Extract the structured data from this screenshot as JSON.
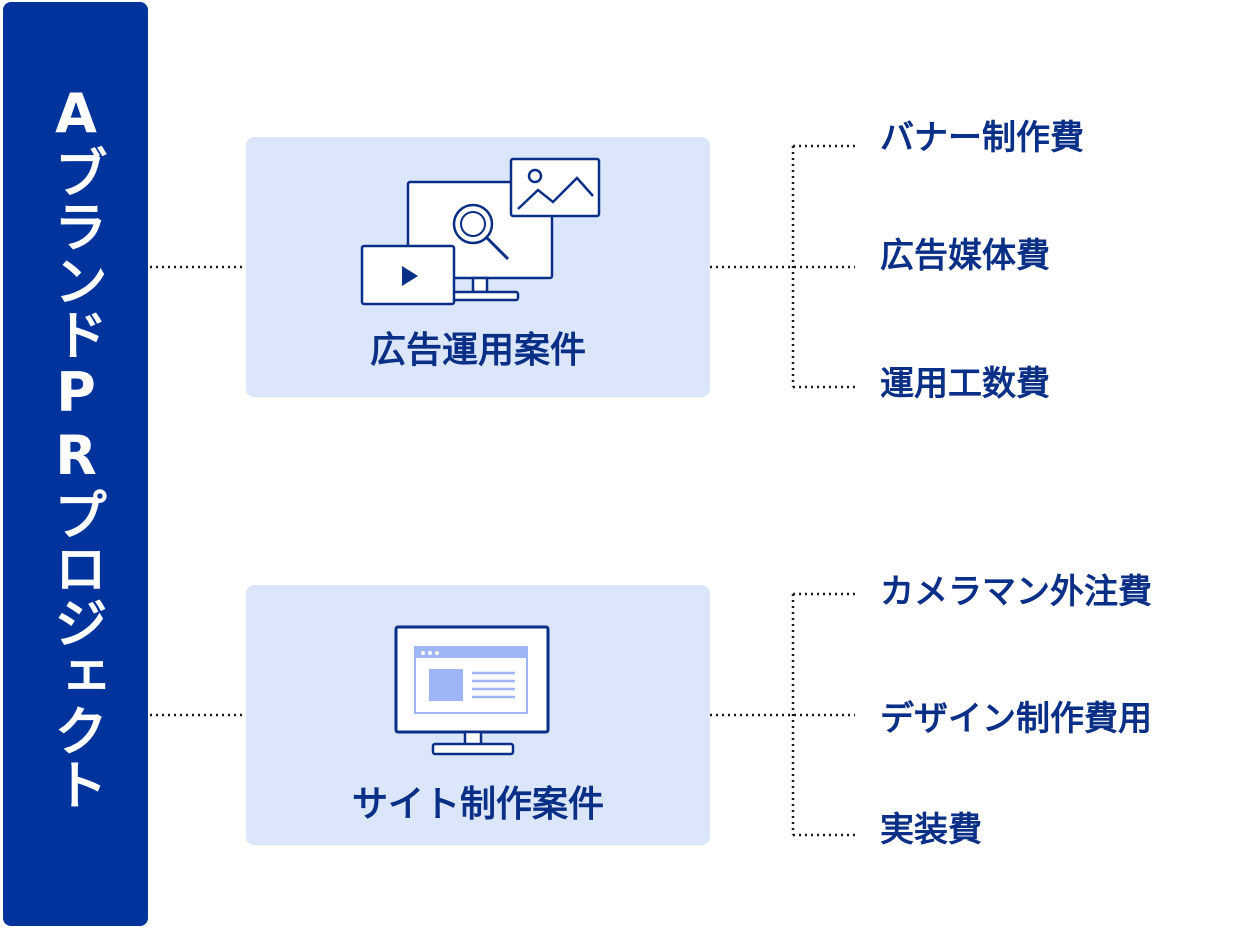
{
  "root": {
    "label": "AブランドPRプロジェクト"
  },
  "categories": [
    {
      "label": "広告運用案件",
      "items": [
        "バナー制作費",
        "広告媒体費",
        "運用工数費"
      ]
    },
    {
      "label": "サイト制作案件",
      "items": [
        "カメラマン外注費",
        "デザイン制作費用",
        "実装費"
      ]
    }
  ],
  "colors": {
    "root": "#01339c",
    "box": "#dce6fb",
    "text": "#0a2f86",
    "icon_fill": "#9eb6f5"
  },
  "icons": [
    "monitor-search-icon",
    "website-monitor-icon"
  ]
}
